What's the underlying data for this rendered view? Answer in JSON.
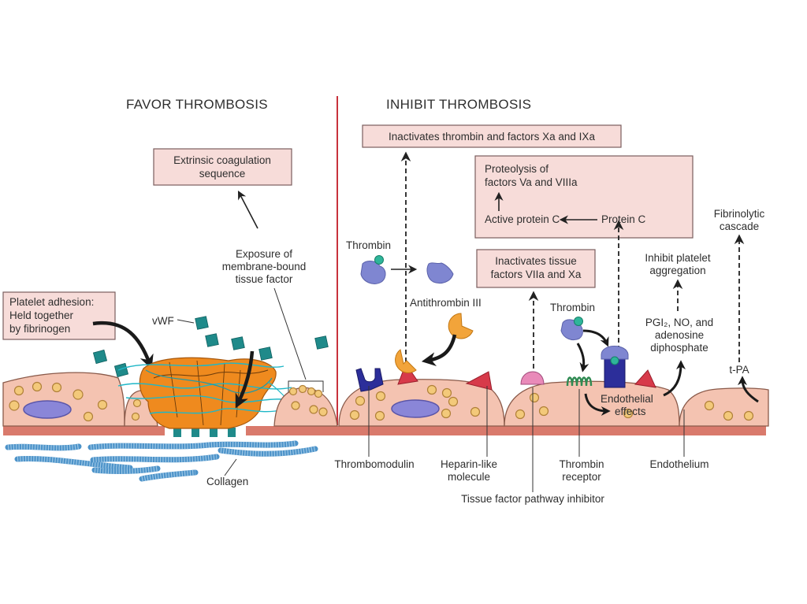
{
  "sections": {
    "favor_title": "FAVOR THROMBOSIS",
    "inhibit_title": "INHIBIT THROMBOSIS"
  },
  "favor": {
    "extrinsic_box": [
      "Extrinsic coagulation",
      "sequence"
    ],
    "tissue_factor_label": [
      "Exposure of",
      "membrane-bound",
      "tissue factor"
    ],
    "platelet_box": [
      "Platelet adhesion:",
      "Held together",
      "by fibrinogen"
    ],
    "vwf_label": "vWF",
    "collagen_label": "Collagen"
  },
  "inhibit": {
    "inactivates_thrombin_box": "Inactivates thrombin and factors Xa and IXa",
    "protein_c_box": {
      "proteolysis": [
        "Proteolysis of",
        "factors Va and VIIIa"
      ],
      "active_protein_c": "Active protein C",
      "protein_c": "Protein C"
    },
    "inactivates_tissue_box": [
      "Inactivates tissue",
      "factors VIIa and Xa"
    ],
    "thrombin_label_1": "Thrombin",
    "thrombin_label_2": "Thrombin",
    "antithrombin_label": "Antithrombin III",
    "inhibit_platelet": [
      "Inhibit platelet",
      "aggregation"
    ],
    "pgi2": [
      "PGI₂, NO, and",
      "adenosine",
      "diphosphate"
    ],
    "fibrinolytic": [
      "Fibrinolytic",
      "cascade"
    ],
    "tpa": "t-PA",
    "endothelial_effects": [
      "Endothelial",
      "effects"
    ],
    "bottom_labels": {
      "thrombomodulin": "Thrombomodulin",
      "heparin": [
        "Heparin-like",
        "molecule"
      ],
      "thrombin_receptor": [
        "Thrombin",
        "receptor"
      ],
      "endothelium": "Endothelium",
      "tfpi": "Tissue factor pathway inhibitor"
    }
  },
  "colors": {
    "divider": "#c8323c",
    "box_fill": "#f7dcd9",
    "cell_fill": "#f4c3b1",
    "platelet_orange": "#ef8a1e",
    "fibrin_cyan": "#1fb7c7",
    "vwf_teal": "#1f8a8a",
    "thrombin_blue": "#7f86d1"
  }
}
